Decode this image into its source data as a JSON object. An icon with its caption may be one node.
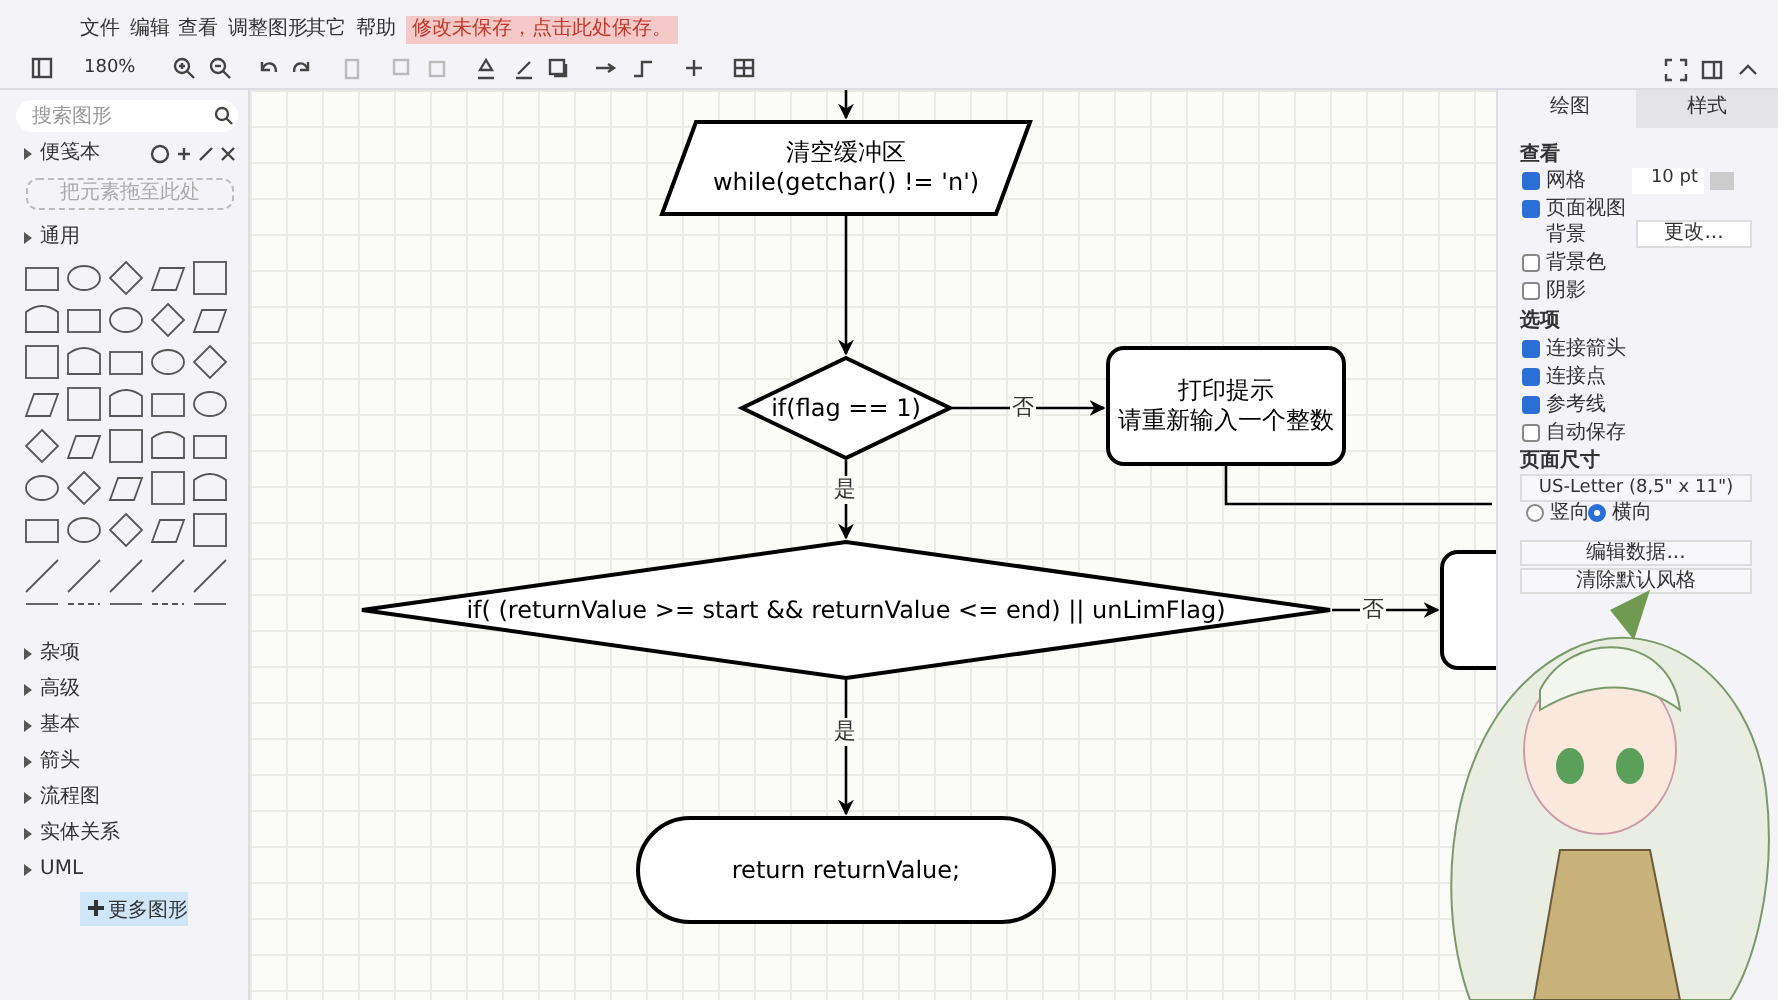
{
  "diagram": {
    "nodes": [
      {
        "text": [
          "清空缓冲区",
          "while(getchar() != 'n')"
        ]
      },
      {
        "text": [
          "if(flag ==  1)"
        ]
      },
      {
        "text": [
          "打印提示",
          "请重新输入一个整数"
        ]
      },
      {
        "text": [
          "if( (returnValue >= start && returnValue <= end) || unLimFlag)"
        ]
      },
      {
        "text": [],
        "shape": "box"
      },
      {
        "text": [
          "return returnValue;"
        ]
      }
    ],
    "edges": [
      {
        "from": null,
        "to": 0,
        "arrow": "to"
      },
      {
        "from": 0,
        "to": 1,
        "arrow": "to"
      },
      {
        "from": 1,
        "to": 2,
        "arrow": "to",
        "label": "否"
      },
      {
        "from": 1,
        "to": 3,
        "arrow": "to",
        "label": "是"
      },
      {
        "from": 3,
        "to": 4,
        "arrow": "to",
        "label": "否"
      },
      {
        "from": 3,
        "to": 5,
        "arrow": "to",
        "label": "是"
      },
      {
        "from": 2,
        "to": null,
        "arrow": "none"
      }
    ],
    "labels": [
      "文件",
      "编辑",
      "查看",
      "调整图形",
      "其它",
      "帮助",
      "修改未保存，点击此处保存。",
      "180%",
      "搜索图形",
      "便笺本",
      "把元素拖至此处",
      "通用",
      "杂项",
      "高级",
      "基本",
      "箭头",
      "流程图",
      "实体关系",
      "UML",
      "更多图形",
      "绘图",
      "样式",
      "查看",
      "网格",
      "10 pt",
      "页面视图",
      "背景",
      "更改...",
      "背景色",
      "阴影",
      "选项",
      "连接箭头",
      "连接点",
      "参考线",
      "自动保存",
      "页面尺寸",
      "US-Letter (8,5\" x 11\")",
      "竖向",
      "横向",
      "编辑数据...",
      "清除默认风格"
    ]
  }
}
